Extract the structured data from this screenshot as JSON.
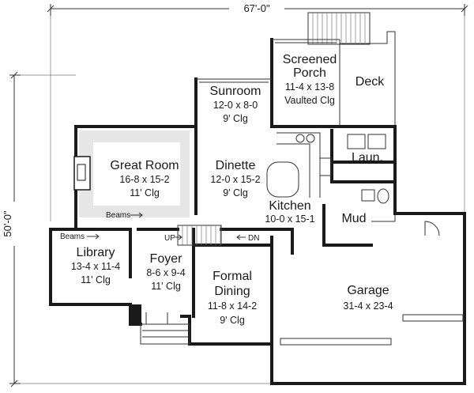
{
  "plan": {
    "overall_width": "67'-0\"",
    "overall_depth": "50'-0\"",
    "beams_note": "Beams",
    "up_label": "UP",
    "dn_label": "DN"
  },
  "rooms": {
    "screened_porch": {
      "name_line1": "Screened",
      "name_line2": "Porch",
      "dims": "11-4 x 13-8",
      "ceiling": "Vaulted Clg"
    },
    "deck": {
      "name": "Deck"
    },
    "sunroom": {
      "name": "Sunroom",
      "dims": "12-0 x 8-0",
      "ceiling": "9' Clg"
    },
    "great_room": {
      "name": "Great Room",
      "dims": "16-8 x 15-2",
      "ceiling": "11' Clg"
    },
    "dinette": {
      "name": "Dinette",
      "dims": "12-0 x 15-2",
      "ceiling": "9' Clg"
    },
    "kitchen": {
      "name": "Kitchen",
      "dims": "10-0 x 15-1"
    },
    "laundry": {
      "name": "Laun."
    },
    "mud": {
      "name": "Mud"
    },
    "library": {
      "name": "Library",
      "dims": "13-4 x 11-4",
      "ceiling": "11' Clg"
    },
    "foyer": {
      "name": "Foyer",
      "dims": "8-6 x 9-4",
      "ceiling": "11' Clg"
    },
    "formal_dining": {
      "name_line1": "Formal",
      "name_line2": "Dining",
      "dims": "11-8 x 14-2",
      "ceiling": "9' Clg"
    },
    "garage": {
      "name": "Garage",
      "dims": "31-4 x 23-4"
    }
  },
  "colors": {
    "ink": "#1a1a1a",
    "shade": "#e6e6e6",
    "background": "#ffffff"
  }
}
